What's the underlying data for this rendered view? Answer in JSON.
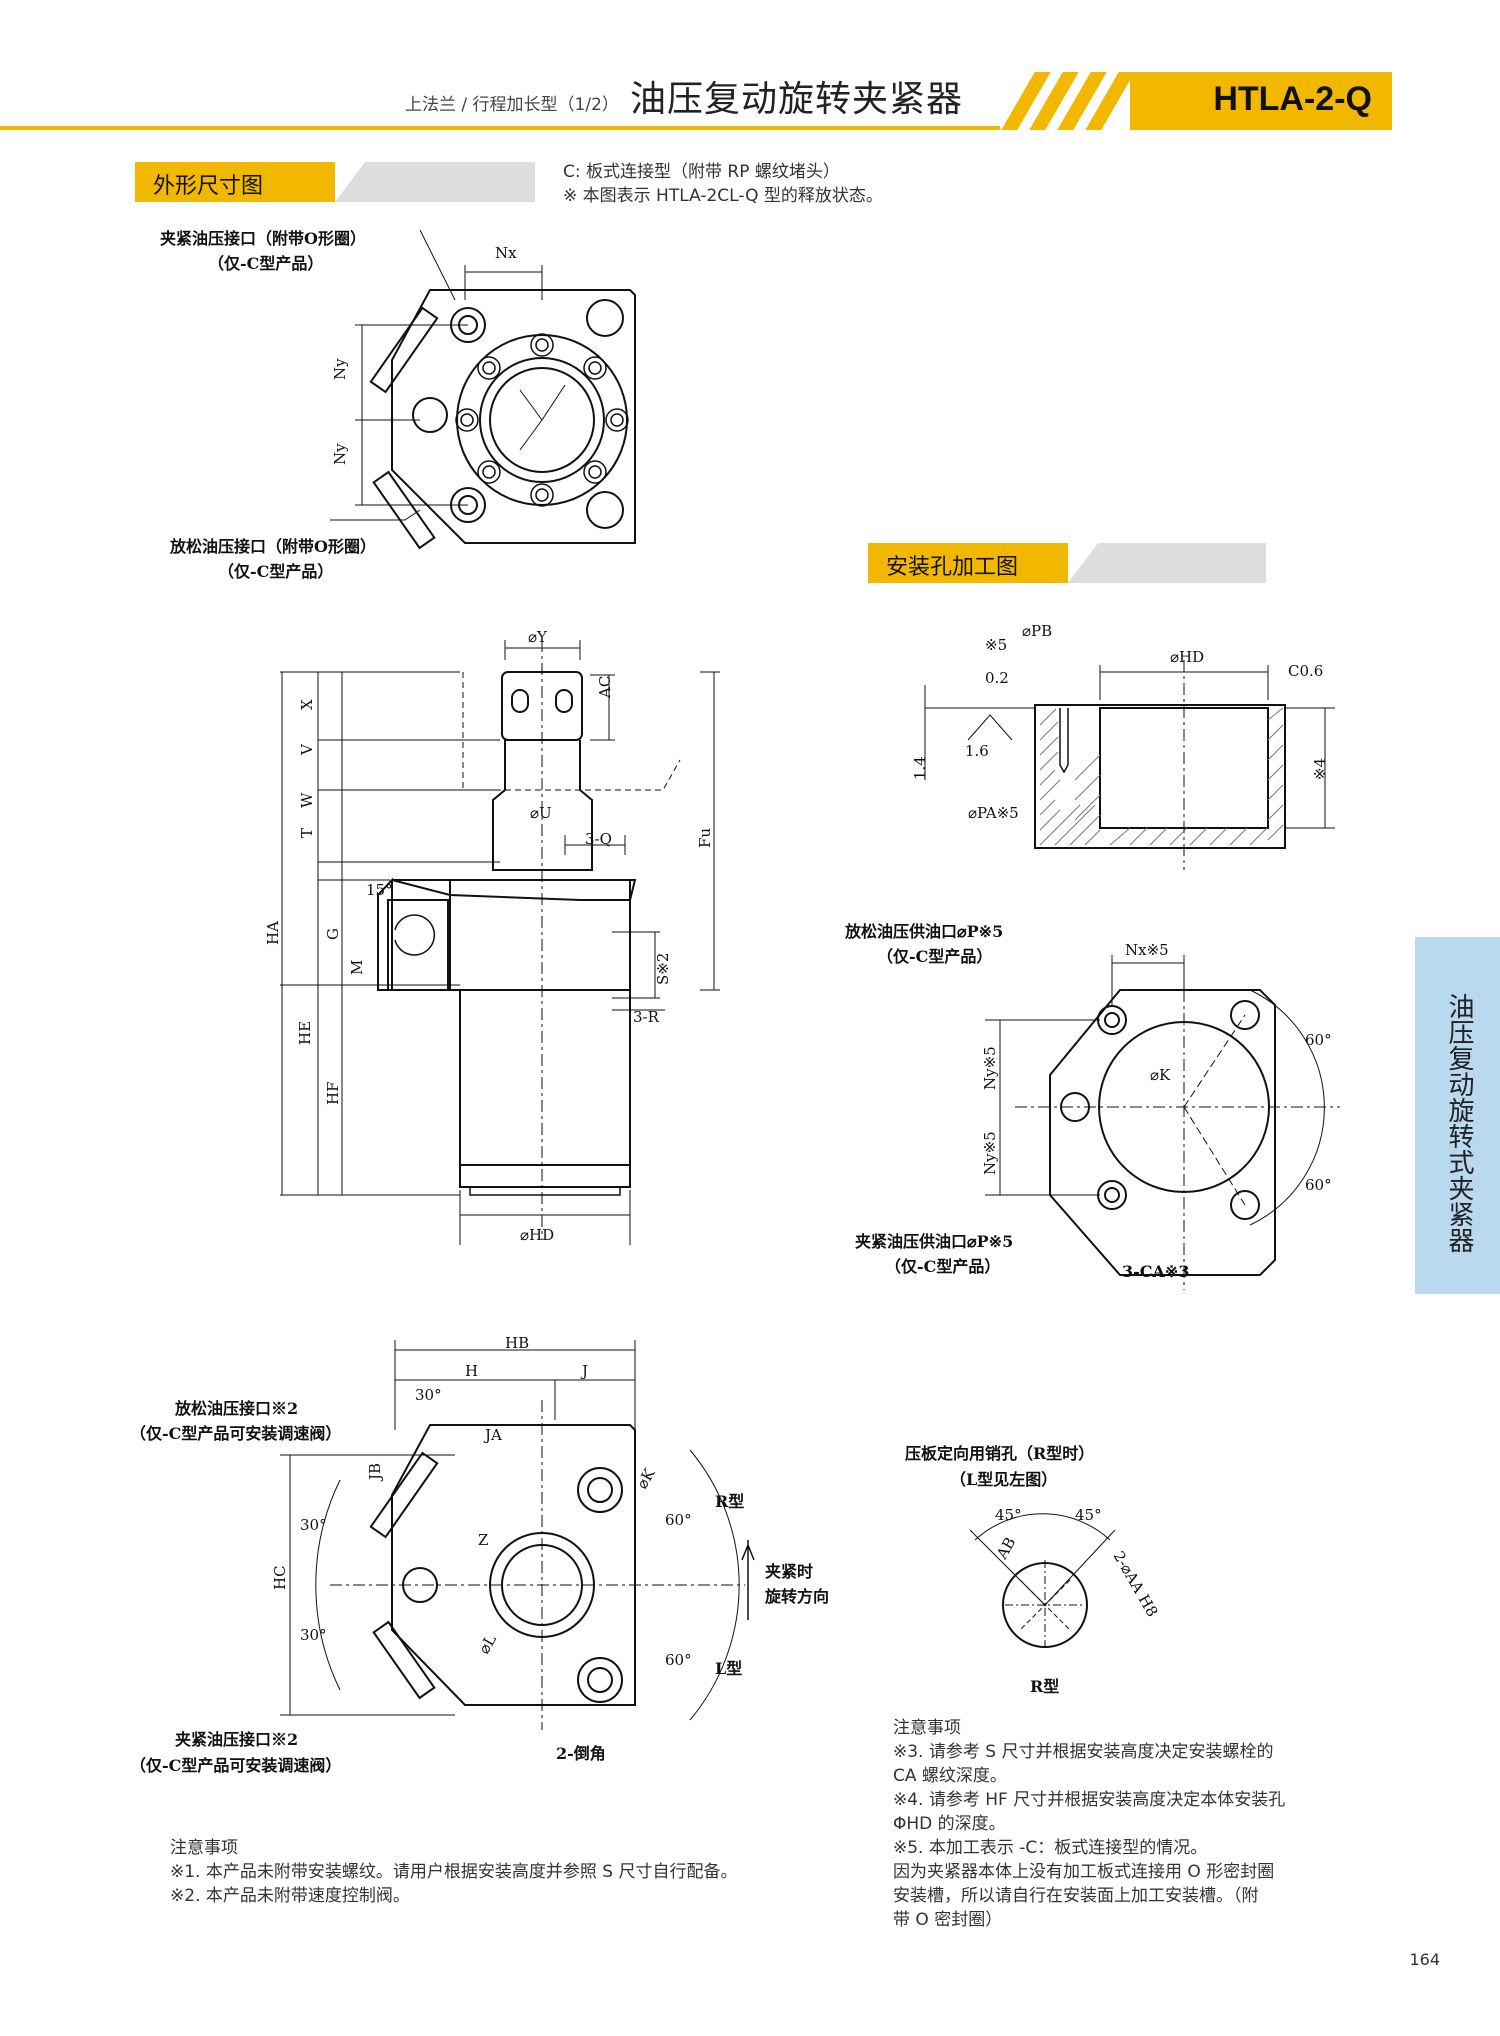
{
  "header": {
    "subtitle": "上法兰 / 行程加长型（1/2）",
    "title": "油压复动旋转夹紧器",
    "model": "HTLA-2-Q"
  },
  "sections": {
    "outline": "外形尺寸图",
    "mounting": "安装孔加工图"
  },
  "outline_note": "C: 板式连接型（附带 RP 螺纹堵头）\n※ 本图表示 HTLA-2CL-Q 型的释放状态。",
  "labels": {
    "clamp_port_top": "夹紧油压接口（附带O形圈）",
    "c_only_a": "（仅-C型产品）",
    "release_port": "放松油压接口（附带O形圈）",
    "c_only_b": "（仅-C型产品）",
    "release_supply": "放松油压供油口⌀P※5",
    "c_only_c": "（仅-C型产品）",
    "clamp_supply": "夹紧油压供油口⌀P※5",
    "c_only_d": "（仅-C型产品）",
    "release_port2": "放松油压接口※2",
    "speed_valve_a": "（仅-C型产品可安装调速阀）",
    "clamp_port2": "夹紧油压接口※2",
    "speed_valve_b": "（仅-C型产品可安装调速阀）",
    "pin_hole": "压板定向用销孔（R型时）",
    "l_type_ref": "（L型见左图）",
    "r_type": "R型",
    "r_type2": "R型",
    "l_type": "L型",
    "rotate_dir_1": "夹紧时",
    "rotate_dir_2": "旋转方向",
    "chamfer": "2-倒角",
    "ca3": "3-CA※3"
  },
  "dims": {
    "nx": "Nx",
    "ny": "Ny",
    "oy": "⌀Y",
    "ac": "AC",
    "x": "X",
    "v": "V",
    "w": "W",
    "t": "T",
    "ou": "⌀U",
    "q3": "3-Q",
    "fu": "Fu",
    "ha": "HA",
    "g": "G",
    "m": "M",
    "s2": "S※2",
    "r3": "3-R",
    "he": "HE",
    "hf": "HF",
    "deg15": "15°",
    "ohd": "⌀HD",
    "opb": "⌀PB",
    "s5": "※5",
    "v02": "0.2",
    "v16": "1.6",
    "v14": "1.4",
    "ohd2": "⌀HD",
    "c06": "C0.6",
    "s4": "※4",
    "opa": "⌀PA※5",
    "nx5": "Nx※5",
    "ny5a": "Ny※5",
    "ny5b": "Ny※5",
    "ok": "⌀K",
    "d60a": "60°",
    "d60b": "60°",
    "hb": "HB",
    "h": "H",
    "j": "J",
    "d30": "30°",
    "ja": "JA",
    "jb": "JB",
    "d30a": "30°",
    "d30b": "30°",
    "hc": "HC",
    "z": "Z",
    "ok2": "⌀K",
    "ol": "⌀L",
    "d60c": "60°",
    "d60d": "60°",
    "d45a": "45°",
    "d45b": "45°",
    "ab": "AB",
    "aa": "2-⌀AA H8"
  },
  "notes_left": "注意事项\n※1. 本产品未附带安装螺纹。请用户根据安装高度并参照 S 尺寸自行配备。\n※2. 本产品未附带速度控制阀。",
  "notes_right": "注意事项\n※3. 请参考 S 尺寸并根据安装高度决定安装螺栓的\nCA 螺纹深度。\n※4. 请参考 HF 尺寸并根据安装高度决定本体安装孔\nΦHD 的深度。\n※5. 本加工表示 -C：板式连接型的情况。\n因为夹紧器本体上没有加工板式连接用 O 形密封圈\n安装槽，所以请自行在安装面上加工安装槽。（附\n带 O 密封圈）",
  "sidebar": "油压复动旋转式夹紧器",
  "page_number": "164",
  "colors": {
    "accent": "#f2b800",
    "sidebar": "#b9d9ee",
    "tab_grey": "#dddddd"
  }
}
